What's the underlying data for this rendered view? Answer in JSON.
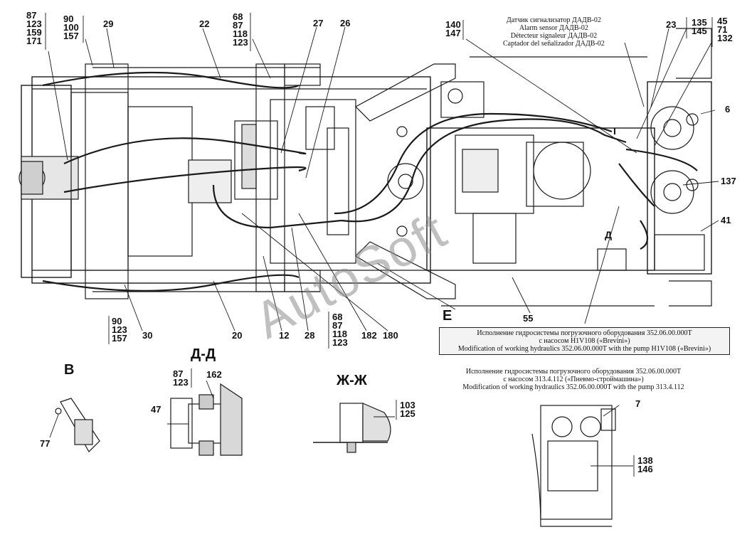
{
  "watermark": "AutoSoft",
  "sections": {
    "b": "В",
    "dd": "Д-Д",
    "zhzh": "Ж-Ж",
    "e": "E",
    "view_d": "Д",
    "view_i": "I"
  },
  "sensor_labels": [
    "Датчик сигнализатор ДАДВ-02",
    "Alarm sensor ДАДВ-02",
    "Détecteur signaleur ДАДВ-02",
    "Captador del señalizador ДАДВ-02"
  ],
  "note_brevini": [
    "Исполнение гидросистемы погрузочного оборудования 352.06.00.000Т",
    "с насосом H1V108 («Brevini»)",
    "Modification of working hydraulics 352.06.00.000T with the pump H1V108 («Brevini»)"
  ],
  "note_pump": [
    "Исполнение гидросистемы погрузочного оборудования 352.06.00.000Т",
    "с насосом 313.4.112 («Пневмо-строймашина»)",
    "Modification of working hydraulics 352.06.00.000T with the pump 313.4.112"
  ],
  "stacks": {
    "s87_123_159_171": [
      "87",
      "123",
      "159",
      "171"
    ],
    "s90_100_157": [
      "90",
      "100",
      "157"
    ],
    "s68_87_118_123_top": [
      "68",
      "87",
      "118",
      "123"
    ],
    "s140_147": [
      "140",
      "147"
    ],
    "s135_145": [
      "135",
      "145"
    ],
    "s45_71_132": [
      "45",
      "71",
      "132"
    ],
    "s90_123_157": [
      "90",
      "123",
      "157"
    ],
    "s68_87_118_123_bottom": [
      "68",
      "87",
      "118",
      "123"
    ],
    "s87_123": [
      "87",
      "123"
    ],
    "s103_125": [
      "103",
      "125"
    ],
    "s138_146": [
      "138",
      "146"
    ]
  },
  "labels": {
    "l29": "29",
    "l22": "22",
    "l27": "27",
    "l26": "26",
    "l23": "23",
    "l6": "6",
    "l137": "137",
    "l41": "41",
    "l55": "55",
    "l30": "30",
    "l20": "20",
    "l12": "12",
    "l28": "28",
    "l182": "182",
    "l180": "180",
    "l162": "162",
    "l47": "47",
    "l77": "77",
    "l7": "7"
  }
}
